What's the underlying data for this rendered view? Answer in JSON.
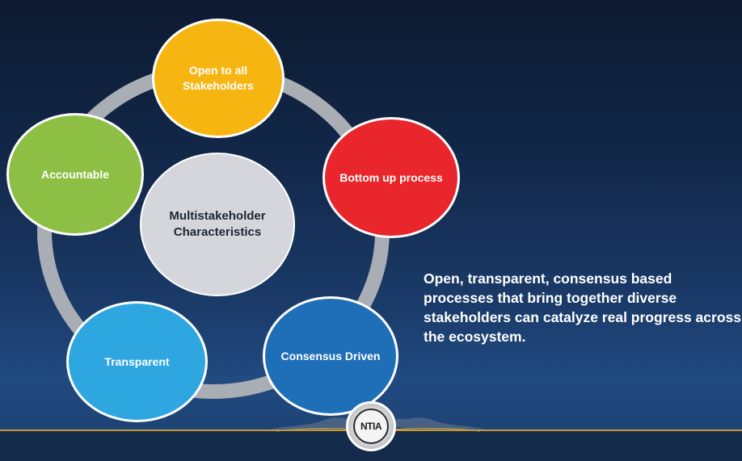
{
  "diagram": {
    "center_label": "Multistakeholder Characteristics",
    "nodes": [
      {
        "id": "open",
        "label": "Open to all Stakeholders",
        "color": "#f7b512"
      },
      {
        "id": "bottom",
        "label": "Bottom up process",
        "color": "#e8262c"
      },
      {
        "id": "consensus",
        "label": "Consensus Driven",
        "color": "#1f6fb8"
      },
      {
        "id": "transparent",
        "label": "Transparent",
        "color": "#2ea6e0"
      },
      {
        "id": "accountable",
        "label": "Accountable",
        "color": "#8cbf44"
      }
    ],
    "ring_color": "#a9adb4",
    "center_color": "#d4d6db"
  },
  "caption": "Open, transparent, consensus based processes that bring together diverse stakeholders can catalyze real progress across the ecosystem.",
  "footer": {
    "logo_text": "NTIA",
    "accent_color": "#c49a3a"
  }
}
